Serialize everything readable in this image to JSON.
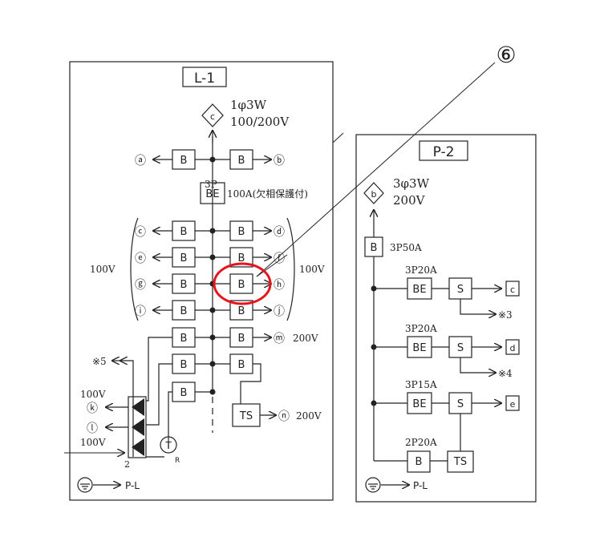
{
  "marker": "⑥",
  "panel_l1": {
    "title": "L-1",
    "supply_symbol": "c",
    "supply_line1": "1φ3W",
    "supply_line2": "100/200V",
    "top_left_out": "ⓐ",
    "top_right_out": "ⓑ",
    "breaker_label": "B",
    "be_label": "BE",
    "be_spec_line1": "3P",
    "be_spec_line2": "100A(欠相保護付)",
    "branches_left": [
      "ⓒ",
      "ⓔ",
      "ⓖ",
      "ⓘ"
    ],
    "branches_right": [
      "ⓓ",
      "ⓕ",
      "ⓗ",
      "ⓙ"
    ],
    "voltage_left": "100V",
    "voltage_right": "100V",
    "m_out": "ⓜ",
    "m_voltage": "200V",
    "ts_label": "TS",
    "n_out": "ⓝ",
    "n_voltage": "200V",
    "note5": "※5",
    "k_voltage": "100V",
    "k_out": "ⓚ",
    "l_out": "ⓛ",
    "l_voltage": "100V",
    "count_label": "2",
    "timer_label": "T",
    "timer_sub": "R",
    "ground_label": "P-L"
  },
  "panel_p2": {
    "title": "P-2",
    "supply_symbol": "b",
    "supply_line1": "3φ3W",
    "supply_line2": "200V",
    "main_breaker": "B",
    "main_spec": "3P50A",
    "rows": [
      {
        "spec": "3P20A",
        "be": "BE",
        "switch": "S",
        "out": "c",
        "note": "※3"
      },
      {
        "spec": "3P20A",
        "be": "BE",
        "switch": "S",
        "out": "d",
        "note": "※4"
      },
      {
        "spec": "3P15A",
        "be": "BE",
        "switch": "S",
        "out": "e",
        "note": ""
      }
    ],
    "last_spec": "2P20A",
    "last_breaker": "B",
    "ts_label": "TS",
    "ground_label": "P-L"
  },
  "highlight_color": "#e8141c"
}
